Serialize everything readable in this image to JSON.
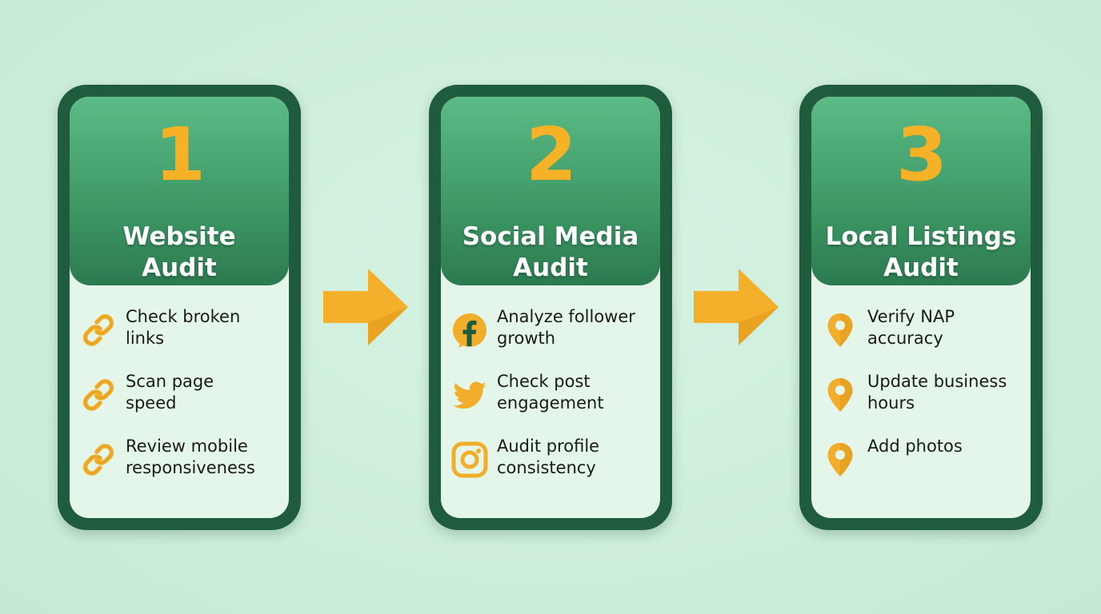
{
  "colors": {
    "background": "#cfeedd",
    "card_border": "#1f5c3e",
    "card_header": "#3f9a66",
    "card_body": "#e3f6e9",
    "accent": "#f6b127",
    "title_text": "#ffffff",
    "body_text": "#1a1a1a"
  },
  "steps": [
    {
      "number": "1",
      "title_line1": "Website",
      "title_line2": "Audit",
      "items": [
        {
          "icon": "link-icon",
          "line1": "Check broken",
          "line2": "links"
        },
        {
          "icon": "link-icon",
          "line1": "Scan page",
          "line2": "speed"
        },
        {
          "icon": "link-icon",
          "line1": "Review mobile",
          "line2": "responsiveness"
        }
      ]
    },
    {
      "number": "2",
      "title_line1": "Social Media",
      "title_line2": "Audit",
      "items": [
        {
          "icon": "facebook-icon",
          "line1": "Analyze follower",
          "line2": "growth"
        },
        {
          "icon": "twitter-icon",
          "line1": "Check post",
          "line2": "engagement"
        },
        {
          "icon": "instagram-icon",
          "line1": "Audit profile",
          "line2": "consistency"
        }
      ]
    },
    {
      "number": "3",
      "title_line1": "Local Listings",
      "title_line2": "Audit",
      "items": [
        {
          "icon": "location-pin-icon",
          "line1": "Verify NAP",
          "line2": "accuracy"
        },
        {
          "icon": "location-pin-icon",
          "line1": "Update business",
          "line2": "hours"
        },
        {
          "icon": "location-pin-icon",
          "line1": "Add photos",
          "line2": ""
        }
      ]
    }
  ],
  "connectors": [
    {
      "icon": "arrow-right-icon"
    },
    {
      "icon": "arrow-right-icon"
    }
  ]
}
